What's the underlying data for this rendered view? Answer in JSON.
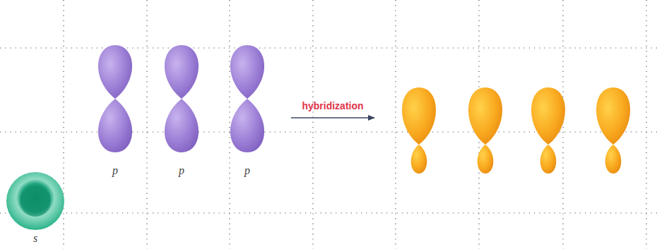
{
  "diagram": {
    "labels": [
      "s",
      "p",
      "p",
      "p",
      "hybridization"
    ]
  }
}
